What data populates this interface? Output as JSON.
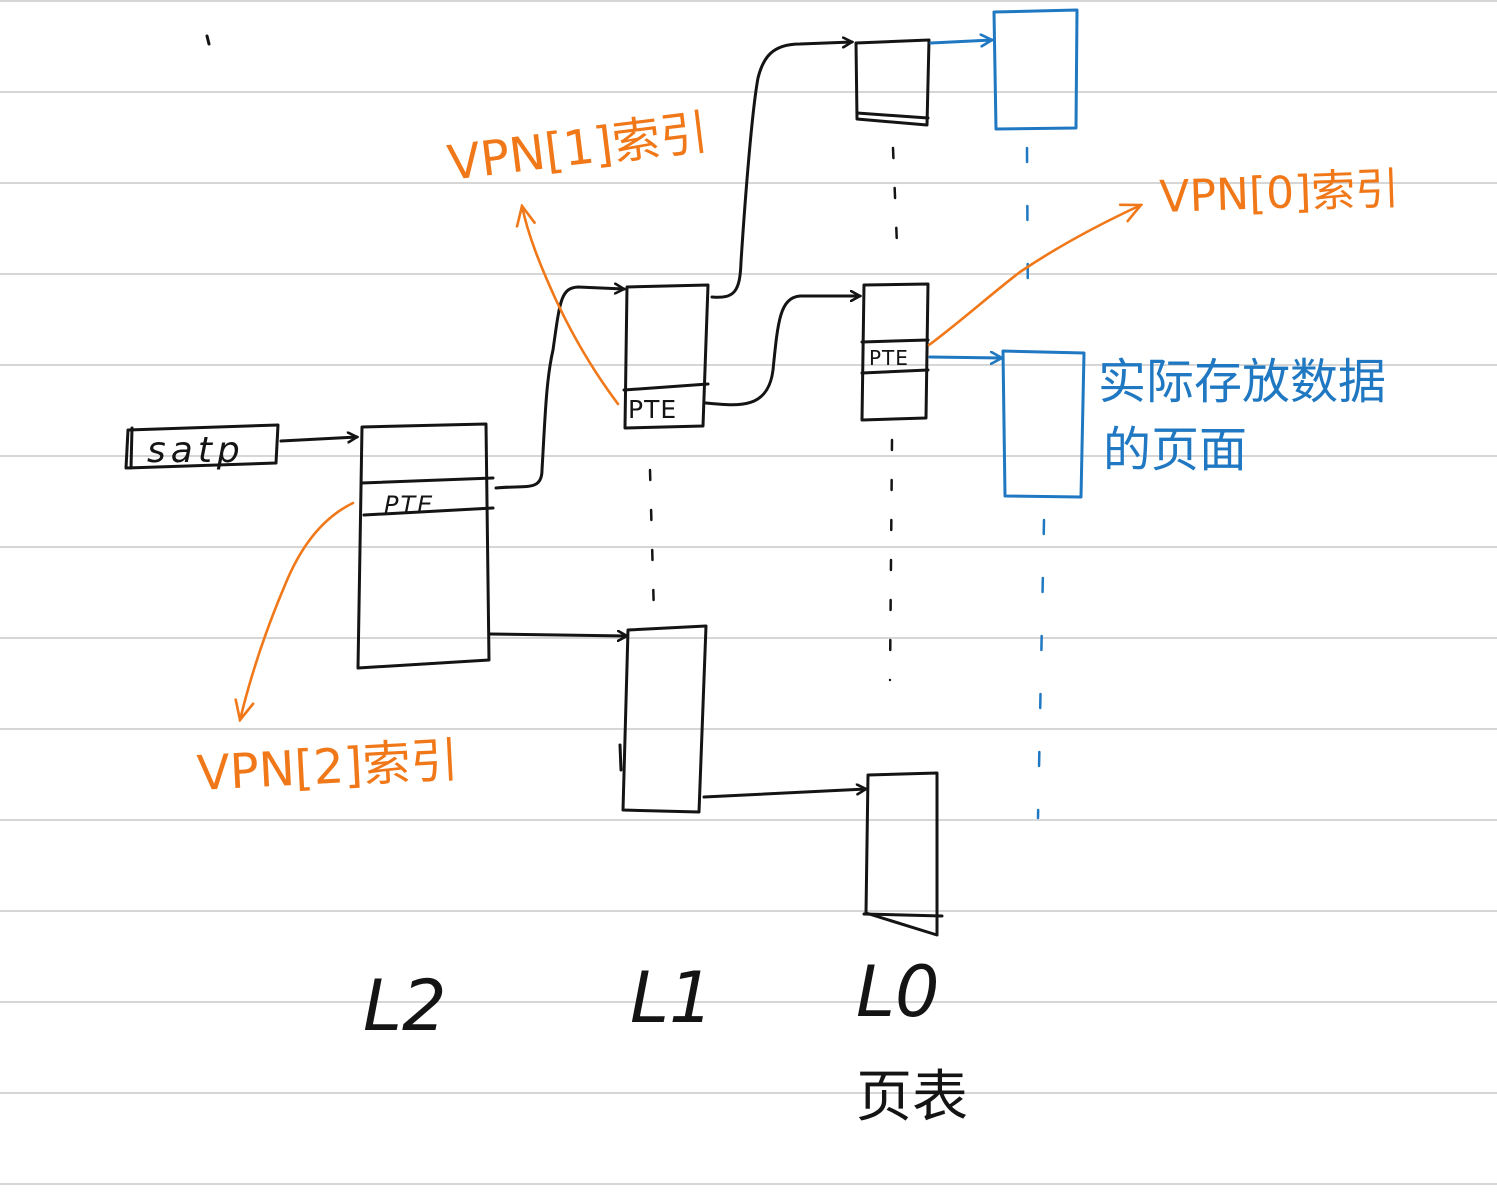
{
  "labels": {
    "satp": "satp",
    "pte": "PTE",
    "vpn1_index": "VPN[1]索引",
    "vpn0_index": "VPN[0]索引",
    "vpn2_index": "VPN[2]索引",
    "data_page": [
      "实际存放数据",
      "的页面"
    ],
    "l2": "L2",
    "l1": "L1",
    "l0": "L0",
    "page_table": "页表"
  },
  "colors": {
    "ink": "#141414",
    "annotation": "#f07819",
    "data_page": "#1f78c1",
    "rule": "#c9c9c9"
  }
}
